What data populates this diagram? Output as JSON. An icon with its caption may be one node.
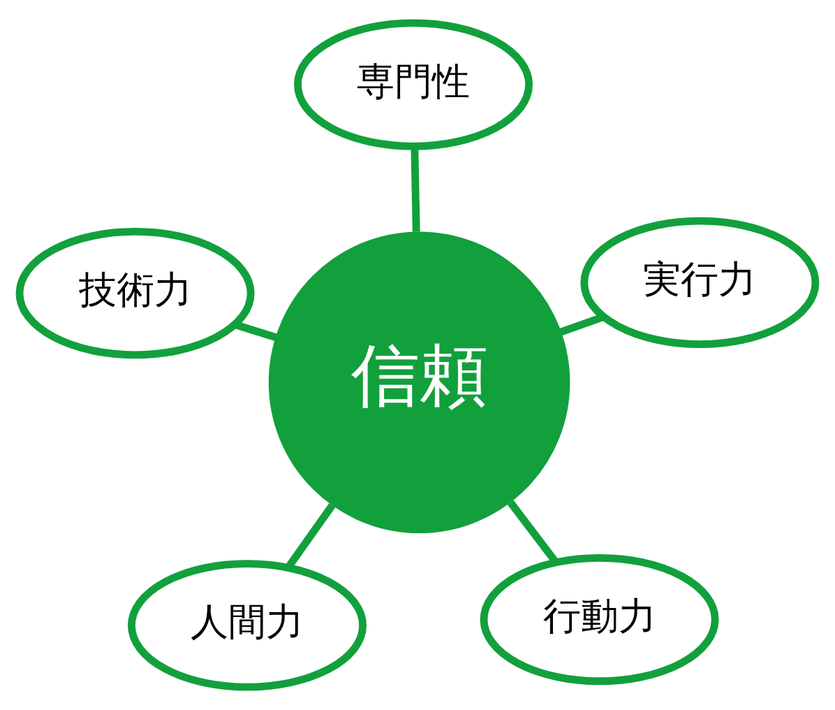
{
  "diagram": {
    "nodes": [
      {
        "text": [
          "人間力"
        ]
      },
      {
        "text": [
          "行動力"
        ]
      },
      {
        "text": [
          "信頼"
        ]
      },
      {
        "text": [
          "専門性"
        ]
      },
      {
        "text": [
          "実行力"
        ]
      },
      {
        "text": [
          "技術力"
        ]
      }
    ],
    "edges": [
      {
        "from": 2,
        "to": 0,
        "arrow": "none"
      },
      {
        "from": 2,
        "to": 3,
        "arrow": "none"
      },
      {
        "from": 2,
        "to": 5,
        "arrow": "none"
      },
      {
        "from": 2,
        "to": 4,
        "arrow": "none"
      },
      {
        "from": 2,
        "to": 1,
        "arrow": "none"
      }
    ]
  }
}
